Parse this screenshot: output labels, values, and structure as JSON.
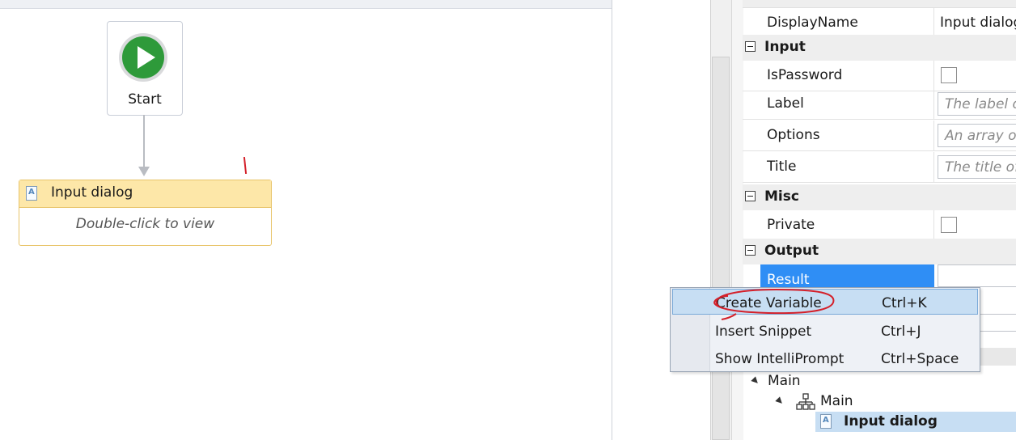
{
  "workflow": {
    "start_label": "Start",
    "activity_title": "Input dialog",
    "activity_hint": "Double-click to view"
  },
  "properties": {
    "displayname": {
      "name": "DisplayName",
      "value": "Input dialog"
    },
    "categories": {
      "input": "Input",
      "misc": "Misc",
      "output": "Output"
    },
    "ispassword": {
      "name": "IsPassword"
    },
    "label": {
      "name": "Label",
      "placeholder": "The label of"
    },
    "options": {
      "name": "Options",
      "placeholder": "An array of"
    },
    "title": {
      "name": "Title",
      "placeholder": "The title of"
    },
    "private": {
      "name": "Private"
    },
    "result": {
      "name": "Result"
    }
  },
  "context_menu": {
    "items": [
      {
        "label": "Create Variable",
        "shortcut": "Ctrl+K"
      },
      {
        "label": "Insert Snippet",
        "shortcut": "Ctrl+J"
      },
      {
        "label": "Show IntelliPrompt",
        "shortcut": "Ctrl+Space"
      }
    ]
  },
  "outline": {
    "root": "Main",
    "child": "Main",
    "leaf": "Input dialog"
  },
  "colors": {
    "selection": "#2f8ef5",
    "activity_header": "#fde7a8",
    "start_green": "#2e9a3a",
    "annotation_red": "#d4202a"
  }
}
